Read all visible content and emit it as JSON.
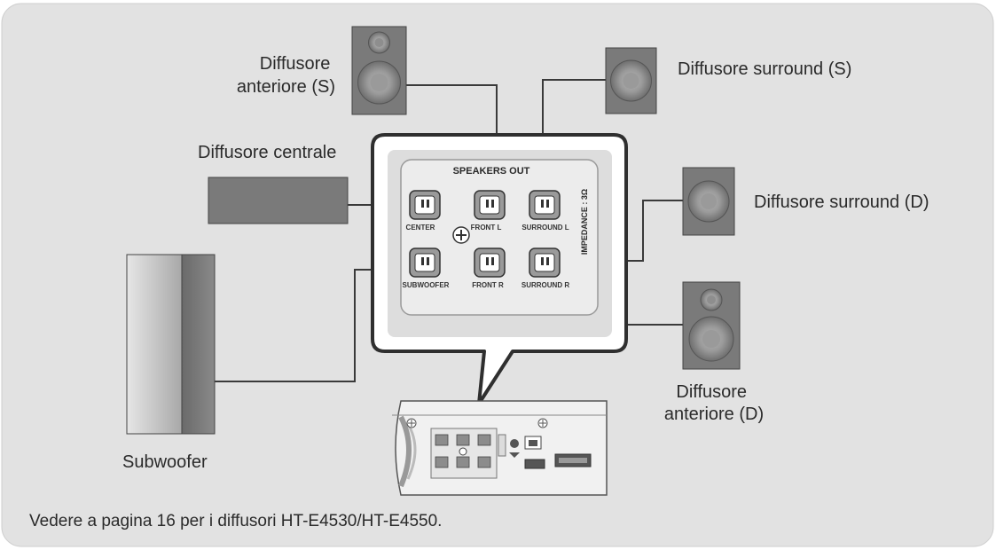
{
  "labels": {
    "front_left": [
      "Diffusore",
      "anteriore (S)"
    ],
    "surround_left": "Diffusore surround (S)",
    "center": "Diffusore centrale",
    "surround_right": "Diffusore surround (D)",
    "front_right": [
      "Diffusore",
      "anteriore (D)"
    ],
    "subwoofer": "Subwoofer"
  },
  "panel": {
    "title": "SPEAKERS OUT",
    "impedance": "IMPEDANCE : 3Ω",
    "ports": {
      "center": "CENTER",
      "front_l": "FRONT",
      "front_l_suffix": "L",
      "surround_l": "SURROUND",
      "surround_l_suffix": "L",
      "subwoofer": "SUBWOOFER",
      "front_r": "FRONT",
      "front_r_suffix": "R",
      "surround_r": "SURROUND",
      "surround_r_suffix": "R"
    }
  },
  "footer_note": "Vedere a pagina 16 per i diffusori HT-E4530/HT-E4550.",
  "colors": {
    "background": "#e2e2e2",
    "speaker_box": "#7a7a7a",
    "line": "#3a3a3a"
  }
}
